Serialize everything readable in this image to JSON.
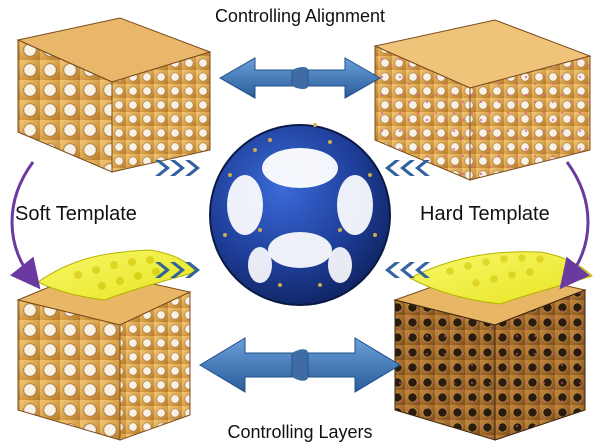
{
  "labels": {
    "top": "Controlling Alignment",
    "bottom": "Controlling Layers",
    "left": "Soft Template",
    "right": "Hard Template"
  },
  "colors": {
    "block_wood": "#d9a24a",
    "block_wood_dark": "#8a5a22",
    "block_wood_light": "#f2c878",
    "arrow_blue": "#3f7bc0",
    "arrow_blue_dark": "#2a5c9a",
    "center_blue": "#1f3f9a",
    "center_blue_dark": "#0f2360",
    "film_yellow": "#f1f03a",
    "curve_purple": "#6b3aa1",
    "dots_pink": "#e35aa6",
    "text": "#111111"
  }
}
